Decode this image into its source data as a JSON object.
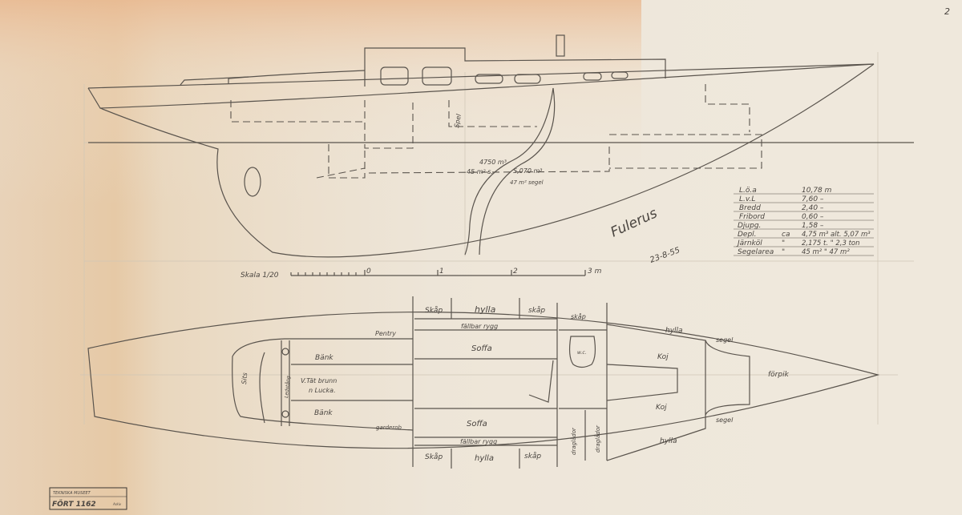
{
  "profile": {
    "station_note": "Spel",
    "displacement_notes": [
      "4750 m³",
      "45 m² s.",
      "5,070 m³",
      "47 m² segel"
    ]
  },
  "signature": {
    "name": "Fulerus",
    "date": "23-8-55"
  },
  "specs": [
    {
      "label": "L.ö.a",
      "prefix": "",
      "value": "10,78 m"
    },
    {
      "label": "L.v.L",
      "prefix": "",
      "value": "7,60 –"
    },
    {
      "label": "Bredd",
      "prefix": "",
      "value": "2,40 –"
    },
    {
      "label": "Fribord",
      "prefix": "",
      "value": "0,60 –"
    },
    {
      "label": "Djupg.",
      "prefix": "",
      "value": "1,58 –"
    },
    {
      "label": "Depl.",
      "prefix": "ca",
      "value": "4,75 m³ alt. 5,07 m³"
    },
    {
      "label": "Järnköl",
      "prefix": "\"",
      "value": "2,175 t. \" 2,3 ton"
    },
    {
      "label": "Segelarea",
      "prefix": "\"",
      "value": "45 m² \" 47 m²"
    }
  ],
  "scale": {
    "label": "Skala 1/20",
    "ticks": [
      "0",
      "1",
      "2",
      "3 m"
    ]
  },
  "plan_labels": {
    "skap_tl": "Skåp",
    "hylla_t": "hylla",
    "skap_tr": "skåp",
    "skap_wc": "skåp",
    "fallbar_t": "fällbar rygg",
    "pentry": "Pentry",
    "soffa_t": "Soffa",
    "wc": "w.c.",
    "bank_t": "Bänk",
    "brunn": "V.Tät brunn",
    "lucka": "n Lucka.",
    "bank_b": "Bänk",
    "sits": "Sits",
    "ledstang": "Ledstång",
    "gard": "garderob",
    "soffa_b": "Soffa",
    "fallbar_b": "fällbar rygg",
    "skap_bl": "Skåp",
    "hylla_b": "hylla",
    "skap_br": "skåp",
    "drag1": "draglådor",
    "drag2": "draglådor",
    "hylla_fr_t": "hylla",
    "koj_t": "Koj",
    "segel_t": "segel",
    "forpik": "förpik",
    "koj_b": "Koj",
    "segel_b": "segel",
    "hylla_fr_b": "hylla"
  },
  "stamp": {
    "line1": "TEKNISKA MUSEET",
    "line2": "Arkiv",
    "number": "FÖRT 1162"
  },
  "page_number": "2"
}
